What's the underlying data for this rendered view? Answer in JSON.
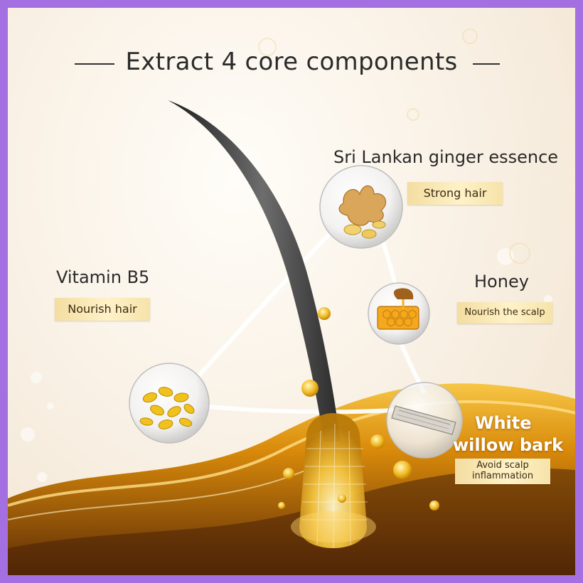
{
  "headline": "Extract 4 core components",
  "components": [
    {
      "name": "Sri Lankan ginger essence",
      "benefit": "Strong hair",
      "icon": "ginger-icon"
    },
    {
      "name": "Vitamin B5",
      "benefit": "Nourish hair",
      "icon": "vitamin-capsules-icon"
    },
    {
      "name": "Honey",
      "benefit": "Nourish the scalp",
      "icon": "honeycomb-icon"
    },
    {
      "name_line1": "White",
      "name_line2": "willow bark",
      "benefit_line1": "Avoid scalp",
      "benefit_line2": "inflammation",
      "icon": "willow-bark-icon"
    }
  ],
  "colors": {
    "frame": "#a46fe0",
    "gold": "#e8a200",
    "tag": "#f6e3a9",
    "text": "#2a2a2a"
  }
}
